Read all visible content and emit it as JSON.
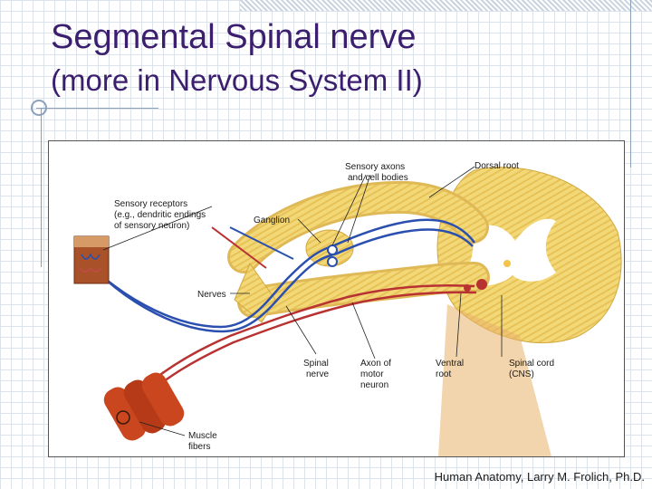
{
  "slide": {
    "title": "Segmental Spinal nerve",
    "subtitle": "(more in Nervous System II)",
    "credit": "Human Anatomy, Larry M. Frolich, Ph.D."
  },
  "figure": {
    "labels": {
      "sensory_axons_1": "Sensory axons",
      "sensory_axons_2": "and cell bodies",
      "dorsal_root": "Dorsal root",
      "sensory_receptors_1": "Sensory receptors",
      "sensory_receptors_2": "(e.g., dendritic endings",
      "sensory_receptors_3": "of sensory neuron)",
      "ganglion": "Ganglion",
      "nerves": "Nerves",
      "spinal_nerve_1": "Spinal",
      "spinal_nerve_2": "nerve",
      "axon_motor_1": "Axon of",
      "axon_motor_2": "motor",
      "axon_motor_3": "neuron",
      "ventral_root_1": "Ventral",
      "ventral_root_2": "root",
      "spinal_cord_1": "Spinal cord",
      "spinal_cord_2": "(CNS)",
      "muscle_fibers_1": "Muscle",
      "muscle_fibers_2": "fibers"
    },
    "colors": {
      "cord_yellow": "#f3d878",
      "gray_matter": "#ffffff",
      "sensory_blue": "#2b4fae",
      "motor_red": "#b83232",
      "muscle": "#c9461e",
      "skin": "#a9522a"
    }
  }
}
